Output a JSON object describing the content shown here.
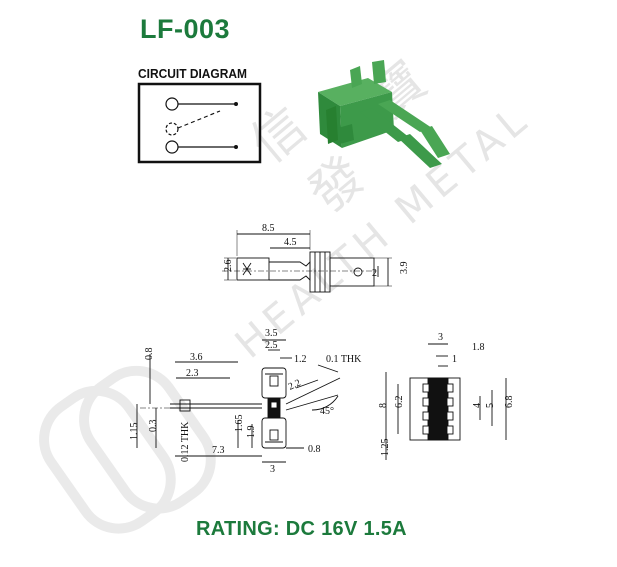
{
  "title": "LF-003",
  "circuit_label": "CIRCUIT DIAGRAM",
  "rating": "RATING: DC 16V 1.5A",
  "colors": {
    "brand": "#1c7a3c",
    "part": "#3d9a4a",
    "watermark": "#e2e2e2"
  },
  "watermark": {
    "chars": [
      "信",
      "發",
      "寶"
    ],
    "text": "HEALTH METAL"
  },
  "dims": {
    "top_8_5": "8.5",
    "top_4_5": "4.5",
    "top_2_6": "2.6",
    "top_2": "2",
    "top_3_9": "3.9",
    "s_3_5": "3.5",
    "s_2_5": "2.5",
    "s_1_2": "1.2",
    "s_3_6": "3.6",
    "s_0_8a": "0.8",
    "s_2_3": "2.3",
    "s_0_1thk": "0.1 THK",
    "s_2_2": "2.2",
    "s_45": "45°",
    "s_1_15": "1.15",
    "s_0_3": "0.3",
    "s_0_12thk": "0.12 THK",
    "s_1_65": "1.65",
    "s_1_9": "1.9",
    "s_7_3": "7.3",
    "s_3": "3",
    "s_0_8b": "0.8",
    "r_3": "3",
    "r_1_8": "1.8",
    "r_1": "1",
    "r_8": "8",
    "r_6_2": "6.2",
    "r_4": "4",
    "r_5": "5",
    "r_6_8": "6.8",
    "r_1_25": "1.25"
  }
}
